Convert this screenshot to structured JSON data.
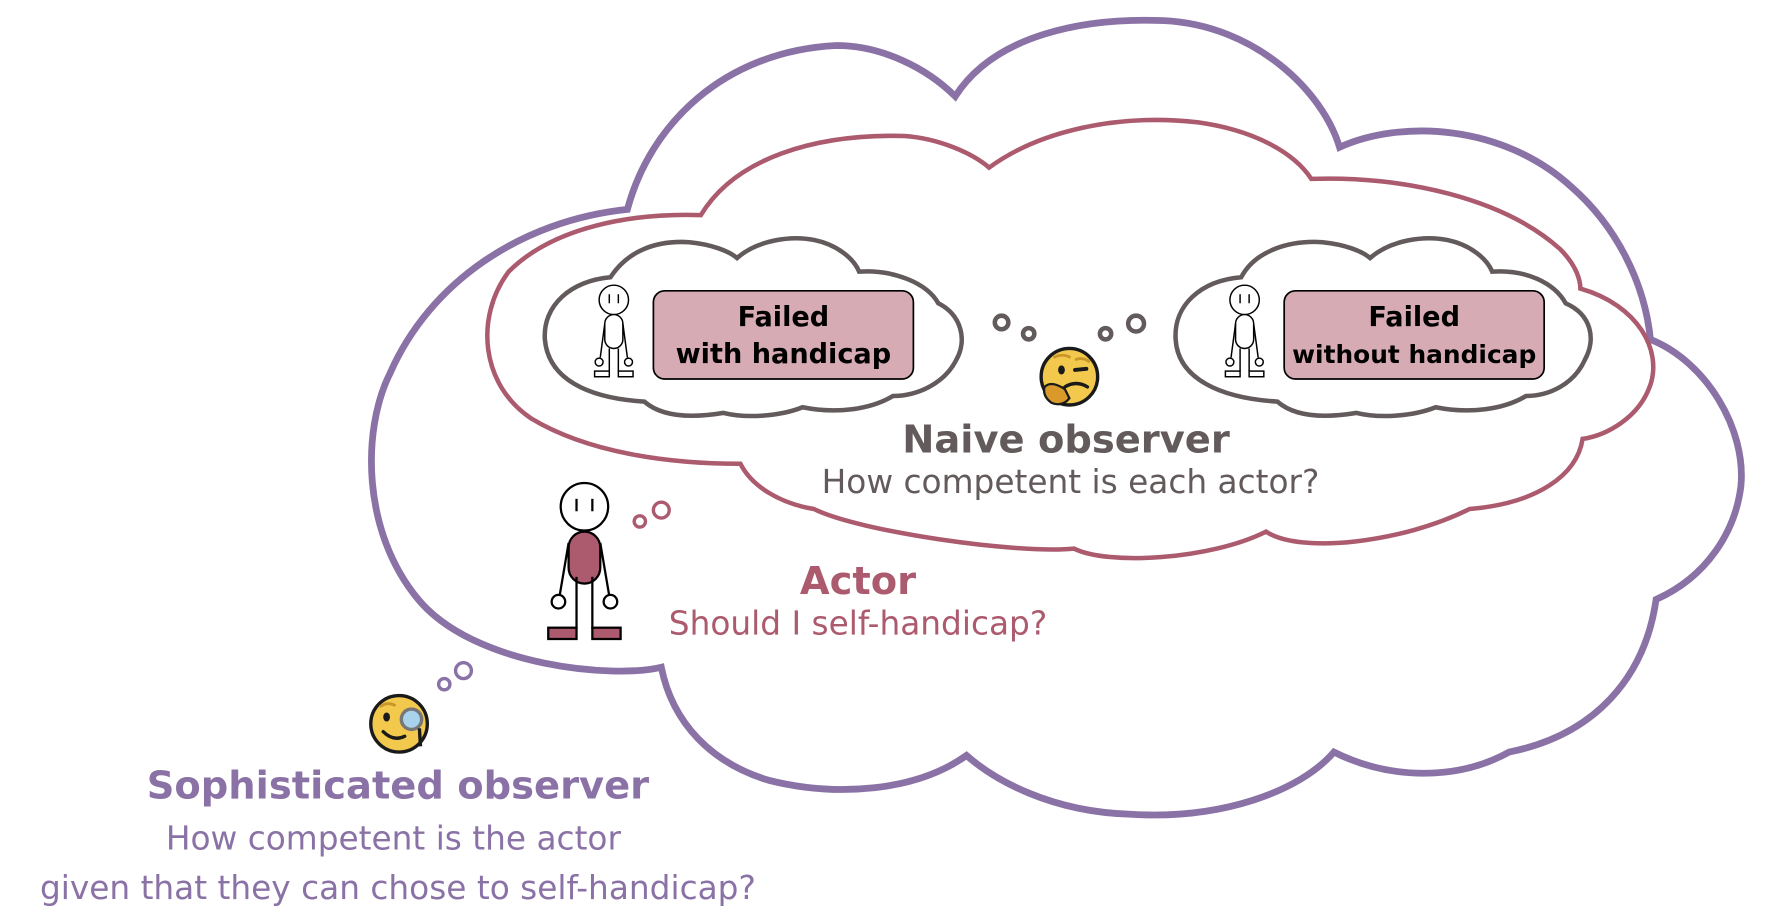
{
  "colors": {
    "sophisticated": "#8a72a6",
    "actor": "#ac5a6e",
    "naive": "#635a5b",
    "outcome_box_fill": "#d6abb4",
    "outcome_text": "#000000",
    "emoji_yellow": "#f2c94c",
    "monocle_lens": "#a9d3ec"
  },
  "sophisticated_observer": {
    "icon": "face-with-monocle-icon",
    "title": "Sophisticated observer",
    "question_line1": "How competent is the actor",
    "question_line2": "given that they can chose to self-handicap?"
  },
  "actor": {
    "icon": "stick-figure-icon",
    "title": "Actor",
    "question": "Should I self-handicap?"
  },
  "naive_observer": {
    "icon": "thinking-face-icon",
    "title": "Naive observer",
    "question": "How competent is each actor?"
  },
  "outcomes": [
    {
      "line1": "Failed",
      "line2": "with handicap"
    },
    {
      "line1": "Failed",
      "line2": "without handicap"
    }
  ]
}
